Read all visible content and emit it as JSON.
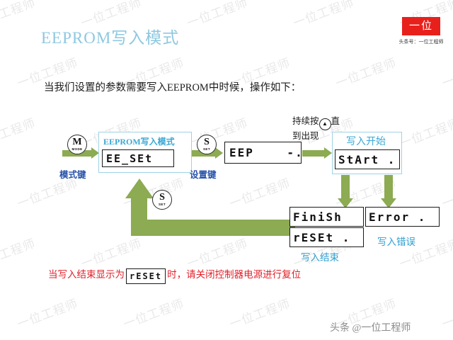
{
  "header": {
    "title": "EEPROM写入模式",
    "logo_text": "一位",
    "logo_subtitle": "头条号：一位工程师",
    "logo_color": "#e8201c",
    "title_color": "#8ec8e0"
  },
  "lead": "当我们设置的参数需要写入EEPROM中时候，操作如下：",
  "diagram": {
    "mode_key": {
      "glyph": "M",
      "sub": "MODE",
      "label": "模式键"
    },
    "set_key": {
      "glyph": "S",
      "sub": "SET",
      "label": "设置键"
    },
    "set_key_loop": {
      "glyph": "S",
      "sub": "SET"
    },
    "panel_eeprom": {
      "caption": "EEPROM写入模式",
      "display": "EE_SEt"
    },
    "lcd_eep": {
      "display": "EEP    -."
    },
    "hint_up": {
      "before": "持续按",
      "icon": "▲",
      "after": "直",
      "line2": "到出现"
    },
    "panel_start": {
      "caption": "写入开始",
      "display": "StArt ."
    },
    "lcd_finish": {
      "display": "FiniSh"
    },
    "lcd_reset": {
      "display": "rESEt ."
    },
    "label_finish": "写入结束",
    "lcd_error": {
      "display": "Error ."
    },
    "label_error": "写入错误",
    "arrow_color": "#8cab52"
  },
  "note": {
    "part1": "当写入结束显示为",
    "lcd": "rESEt",
    "part2": "时，请关闭控制器电源进行复位"
  },
  "footer_watermark": "头条 @一位工程师",
  "watermark_text": "一位工程师"
}
